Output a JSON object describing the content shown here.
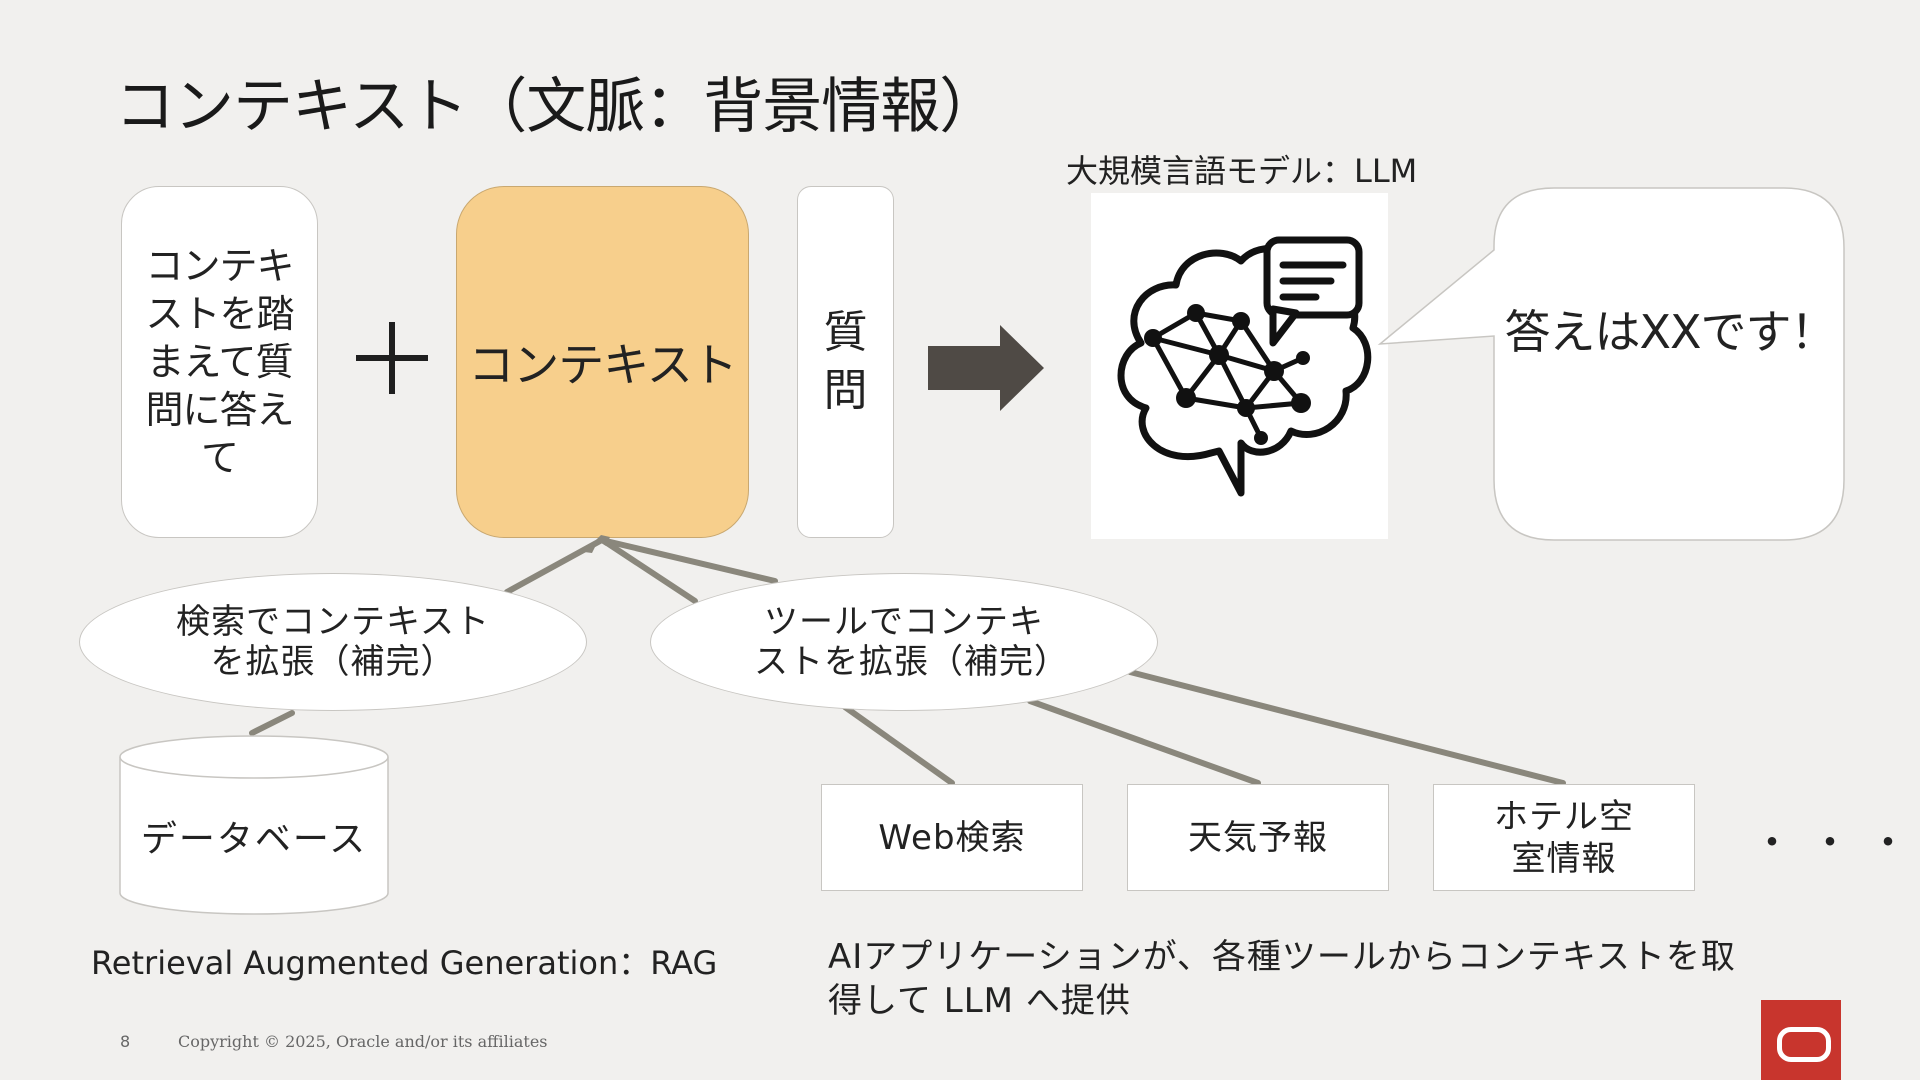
{
  "slide": {
    "title": "コンテキスト（文脈：背景情報）",
    "llm_label": "大規模言語モデル：LLM",
    "instruction": "コンテキストを踏まえて質問に答えて",
    "context_label": "コンテキスト",
    "question": "質問",
    "answer": "答えはXXです！",
    "search_ellipse": "検索でコンテキストを拡張（補完）",
    "tool_ellipse": "ツールでコンテキストを拡張（補完）",
    "database": "データベース",
    "tools": [
      {
        "label": "Web検索"
      },
      {
        "label": "天気予報"
      },
      {
        "label": "ホテル空室情報"
      }
    ],
    "ellipsis": "・・・",
    "rag_caption": "Retrieval Augmented Generation：RAG",
    "ai_caption": "AIアプリケーションが、各種ツールからコンテキストを取得して LLM へ提供"
  },
  "footer": {
    "page_number": "8",
    "copyright": "Copyright © 2025, Oracle and/or its affiliates"
  },
  "icons": {
    "plus": "plus-icon",
    "arrow": "right-arrow-icon",
    "brain": "brain-network-chat-icon",
    "logo": "oracle-logo-icon"
  },
  "colors": {
    "background": "#f1f0ee",
    "context_fill": "#f7cf8c",
    "arrow": "#4f4a45",
    "connector": "#8a877c",
    "logo_red": "#c8352d"
  }
}
